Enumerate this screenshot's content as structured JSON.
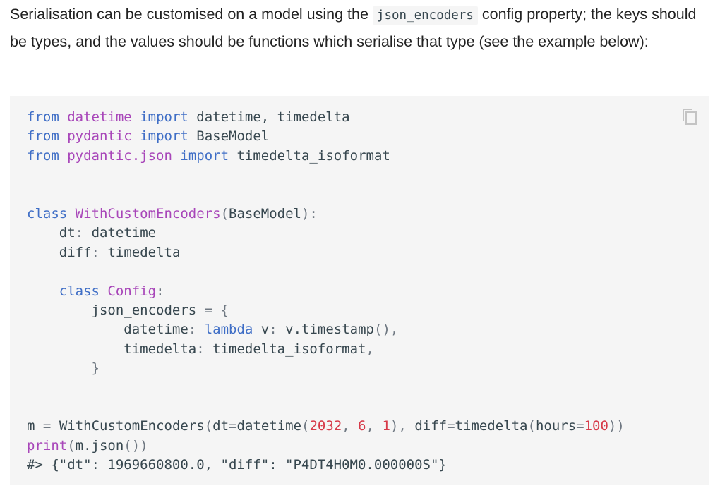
{
  "intro": {
    "before": "Serialisation can be customised on a model using the ",
    "code": "json_encoders",
    "after": " config property; the keys should be types, and the values should be functions which serialise that type (see the example below):"
  },
  "code_block": {
    "copy_icon": "copy-icon",
    "lines": {
      "l1": {
        "a": "from",
        "b": "datetime",
        "c": "import",
        "d": "datetime, timedelta"
      },
      "l2": {
        "a": "from",
        "b": "pydantic",
        "c": "import",
        "d": "BaseModel"
      },
      "l3": {
        "a": "from",
        "b": "pydantic.json",
        "c": "import",
        "d": "timedelta_isoformat"
      },
      "l6": {
        "a": "class",
        "b": "WithCustomEncoders",
        "c": "(",
        "d": "BaseModel",
        "e": "):"
      },
      "l7": {
        "a": "dt",
        "b": ":",
        "c": "datetime"
      },
      "l8": {
        "a": "diff",
        "b": ":",
        "c": "timedelta"
      },
      "l10": {
        "a": "class",
        "b": "Config",
        "c": ":"
      },
      "l11": {
        "a": "json_encoders",
        "b": "=",
        "c": "{"
      },
      "l12": {
        "a": "datetime",
        "b": ":",
        "c": "lambda",
        "d": "v",
        "e": ":",
        "f": "v.timestamp",
        "g": "(),"
      },
      "l13": {
        "a": "timedelta",
        "b": ":",
        "c": "timedelta_isoformat",
        "d": ","
      },
      "l14": {
        "a": "}"
      },
      "l17": {
        "a": "m",
        "b": "=",
        "c": "WithCustomEncoders",
        "d": "(",
        "e": "dt",
        "f": "=",
        "g": "datetime",
        "h": "(",
        "i": "2032",
        "j": ",",
        "k": "6",
        "l": ",",
        "m": "1",
        "n": "),",
        "o": "diff",
        "p": "=",
        "q": "timedelta",
        "r": "(",
        "s": "hours",
        "t": "=",
        "u": "100",
        "v": "))"
      },
      "l18": {
        "a": "print",
        "b": "(",
        "c": "m.json",
        "d": "())"
      },
      "l19": {
        "a": "#> {\"dt\": 1969660800.0, \"diff\": \"P4DT4H0M0.000000S\"}"
      }
    }
  },
  "colors": {
    "keyword": "#3f6ec6",
    "module": "#a846b9",
    "number": "#d73a49",
    "code_bg": "#f5f5f5"
  }
}
